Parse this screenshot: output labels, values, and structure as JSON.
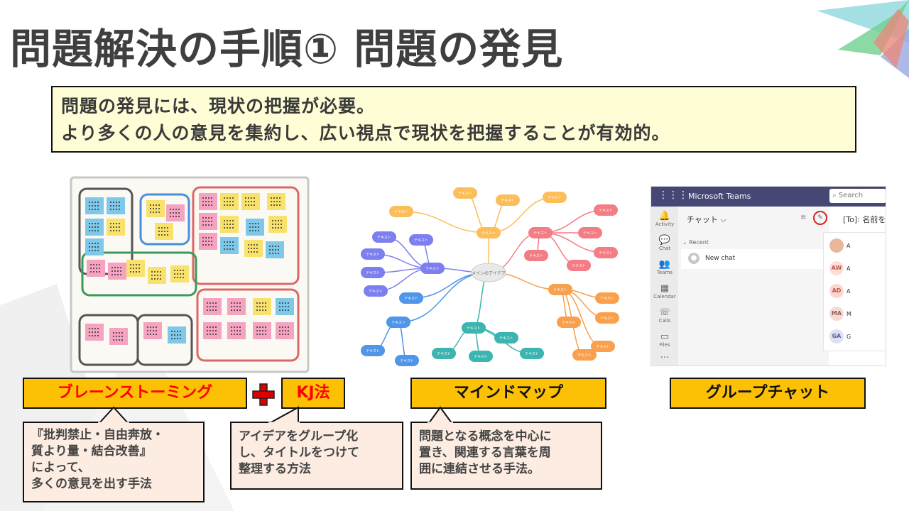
{
  "title": "問題解決の手順① 問題の発見",
  "summary": {
    "line1": "問題の発見には、現状の把握が必要。",
    "line2": "より多くの人の意見を集約し、広い視点で現状を把握することが有効的。"
  },
  "labels": {
    "brainstorming": "ブレーンストーミング",
    "kj": "KJ法",
    "mindmap": "マインドマップ",
    "groupchat": "グループチャット"
  },
  "callouts": {
    "brainstorming": [
      "『批判禁止・自由奔放・",
      "質より量・結合改善』",
      "によって、",
      "多くの意見を出す手法"
    ],
    "kj": [
      "アイデアをグループ化",
      "し、タイトルをつけて",
      "整理する方法"
    ],
    "mindmap": [
      "問題となる概念を中心に",
      "置き、関連する言葉を周",
      "囲に連結させる手法。"
    ]
  },
  "mindmap": {
    "center": "メインのアイデア",
    "node_text": "テキスト"
  },
  "teams": {
    "waffle": "⋮⋮⋮",
    "app_name": "Microsoft Teams",
    "search_placeholder": "Search",
    "rail": [
      {
        "icon": "🔔",
        "label": "Activity"
      },
      {
        "icon": "💬",
        "label": "Chat"
      },
      {
        "icon": "👥",
        "label": "Teams"
      },
      {
        "icon": "▦",
        "label": "Calendar"
      },
      {
        "icon": "☏",
        "label": "Calls"
      },
      {
        "icon": "▭",
        "label": "Files"
      },
      {
        "icon": "···",
        "label": ""
      }
    ],
    "chat_header": "チャット ⌵",
    "recent": "⌄  Recent",
    "new_chat": "New chat",
    "to_line": "[To]: 名前を入",
    "contacts": [
      {
        "initials": "",
        "line": "A"
      },
      {
        "initials": "AW",
        "line": "A"
      },
      {
        "initials": "AD",
        "line": "A"
      },
      {
        "initials": "MA",
        "line": "M"
      },
      {
        "initials": "GA",
        "line": "G"
      }
    ]
  },
  "colors": {
    "label_bg": "#fcc105",
    "label_red_text": "#ff0000",
    "summary_bg": "#fefdd6",
    "callout_bg": "#fdece1",
    "plus": "#e00000",
    "teams_bar": "#464775"
  }
}
